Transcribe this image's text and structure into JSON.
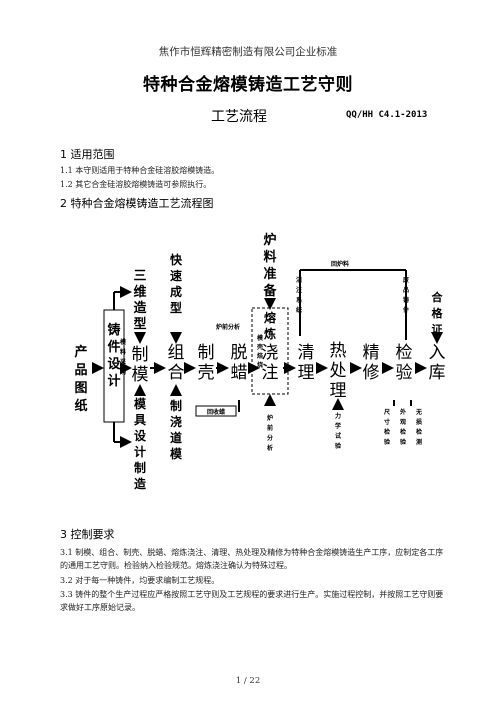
{
  "header": {
    "company": "焦作市恒辉精密制造有限公司企业标准",
    "title": "特种合金熔模铸造工艺守则",
    "subtitle": "工艺流程",
    "code": "QQ/HH C4.1-2013"
  },
  "section1": {
    "heading": "1  适用范围",
    "items": [
      "1.1  本守则适用于特种合金硅溶胶熔模铸造。",
      "1.2  其它合金硅溶胶熔模铸造可参照执行。"
    ]
  },
  "section2": {
    "heading": "2  特种合金熔模铸造工艺流程图"
  },
  "flow": {
    "start": [
      "产",
      "品",
      "图",
      "纸"
    ],
    "casting_design": [
      "铸",
      "件",
      "设",
      "计"
    ],
    "mould_purchase": [
      "模",
      "料",
      "采",
      "购"
    ],
    "main_steps": [
      [
        "制",
        "模"
      ],
      [
        "组",
        "合"
      ],
      [
        "制",
        "壳"
      ],
      [
        "脱",
        "蜡"
      ],
      [
        "浇",
        "注"
      ],
      [
        "清",
        "理"
      ],
      [
        "热",
        "处",
        "理"
      ],
      [
        "精",
        "修"
      ],
      [
        "检",
        "验"
      ],
      [
        "入",
        "库"
      ]
    ],
    "three_d": [
      "三",
      "维",
      "造",
      "型"
    ],
    "rapid": [
      "快",
      "速",
      "成",
      "型"
    ],
    "mold_design": [
      "模",
      "具",
      "设",
      "计",
      "制",
      "造"
    ],
    "gating_mold": [
      "制",
      "浇",
      "道",
      "模"
    ],
    "recovery": "回收蜡",
    "charge_prep": [
      "炉",
      "料",
      "准",
      "备"
    ],
    "charge_return": "回炉料",
    "melting": [
      "熔",
      "炼"
    ],
    "furnace_analysis_label": "炉前分析",
    "furnace_analysis": [
      "炉",
      "前",
      "分",
      "析"
    ],
    "mold_preheat": [
      "模",
      "壳",
      "焙",
      "烧"
    ],
    "gating_system": [
      "浇",
      "注",
      "系",
      "统"
    ],
    "scrap": [
      "废",
      "品",
      "铸",
      "件"
    ],
    "mech_test": [
      "力",
      "学",
      "试",
      "验"
    ],
    "size_check": [
      "尺",
      "寸",
      "检",
      "验"
    ],
    "appearance_check": [
      "外",
      "观",
      "检",
      "验"
    ],
    "ndt": [
      "无",
      "损",
      "检",
      "测"
    ],
    "certificate": [
      "合",
      "格",
      "证"
    ]
  },
  "section3": {
    "heading": "3  控制要求",
    "items": [
      "3.1  制模、组合、制壳、脱蜡、熔炼浇注、清理、热处理及精修为特种合金熔模铸造生产工序，应制定各工序的通用工艺守则。检验纳入检验规范。熔炼浇注确认为特殊过程。",
      "3.2  对于每一种铸件，均要求编制工艺规程。",
      "3.3  铸件的整个生产过程应严格按照工艺守则及工艺规程的要求进行生产。实施过程控制，并按照工艺守则要求做好工序原始记录。"
    ]
  },
  "footer": {
    "page": "1 / 22"
  }
}
